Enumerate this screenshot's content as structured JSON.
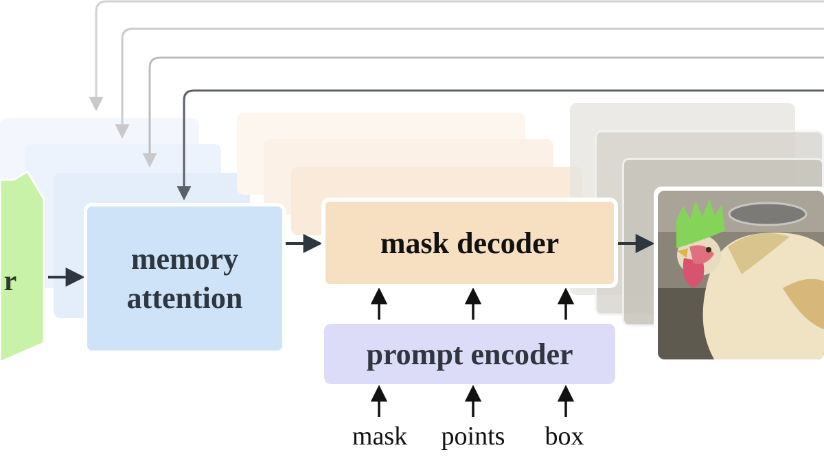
{
  "blocks": {
    "encoder_partial": {
      "line1": "",
      "line2": "r"
    },
    "memory_attention": {
      "line1": "memory",
      "line2": "attention"
    },
    "mask_decoder": {
      "label": "mask decoder"
    },
    "prompt_encoder": {
      "label": "prompt encoder"
    }
  },
  "prompt_inputs": [
    "mask",
    "points",
    "box"
  ],
  "colors": {
    "encoder_fill": "#c8f2a8",
    "memory_fill": "#cfe3f8",
    "decoder_fill": "#f7dfc2",
    "prompt_fill": "#dcdcf8",
    "arrow_dark": "#2e3640",
    "arrow_mid": "#5b6068",
    "arrow_light": "#c9c9c9"
  },
  "image": {
    "subject": "rooster",
    "mask_color": "#86d35a"
  }
}
